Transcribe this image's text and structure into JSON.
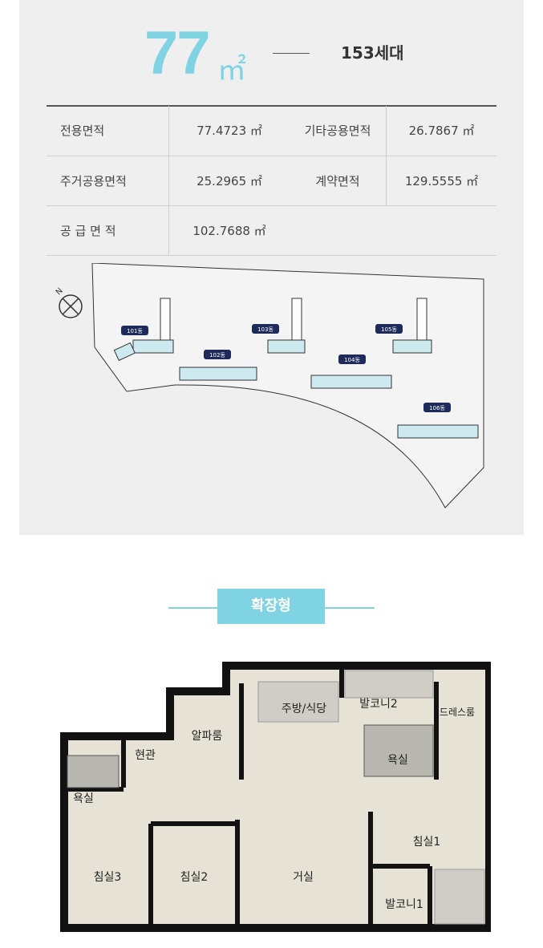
{
  "header": {
    "size_number": "77",
    "size_unit": "㎡",
    "households": "153세대"
  },
  "area_table": {
    "rows": [
      {
        "label1": "전용면적",
        "value1": "77.4723 ㎡",
        "label2": "기타공용면적",
        "value2": "26.7867 ㎡"
      },
      {
        "label1": "주거공용면적",
        "value1": "25.2965 ㎡",
        "label2": "계약면적",
        "value2": "129.5555 ㎡"
      },
      {
        "label1": "공 급 면 적",
        "value1": "102.7688 ㎡",
        "label2": "",
        "value2": ""
      }
    ]
  },
  "site_plan": {
    "north_label": "N",
    "buildings": [
      "101동",
      "102동",
      "103동",
      "104동",
      "105동",
      "106동"
    ]
  },
  "type_badge": "확장형",
  "floor_plan": {
    "rooms": [
      "주방/식당",
      "발코니2",
      "드레스룸",
      "알파룸",
      "현관",
      "욕실",
      "욕실",
      "침실1",
      "침실3",
      "침실2",
      "거실",
      "발코니1"
    ]
  },
  "colors": {
    "accent": "#7fd3e3",
    "card_bg": "#efefef"
  }
}
